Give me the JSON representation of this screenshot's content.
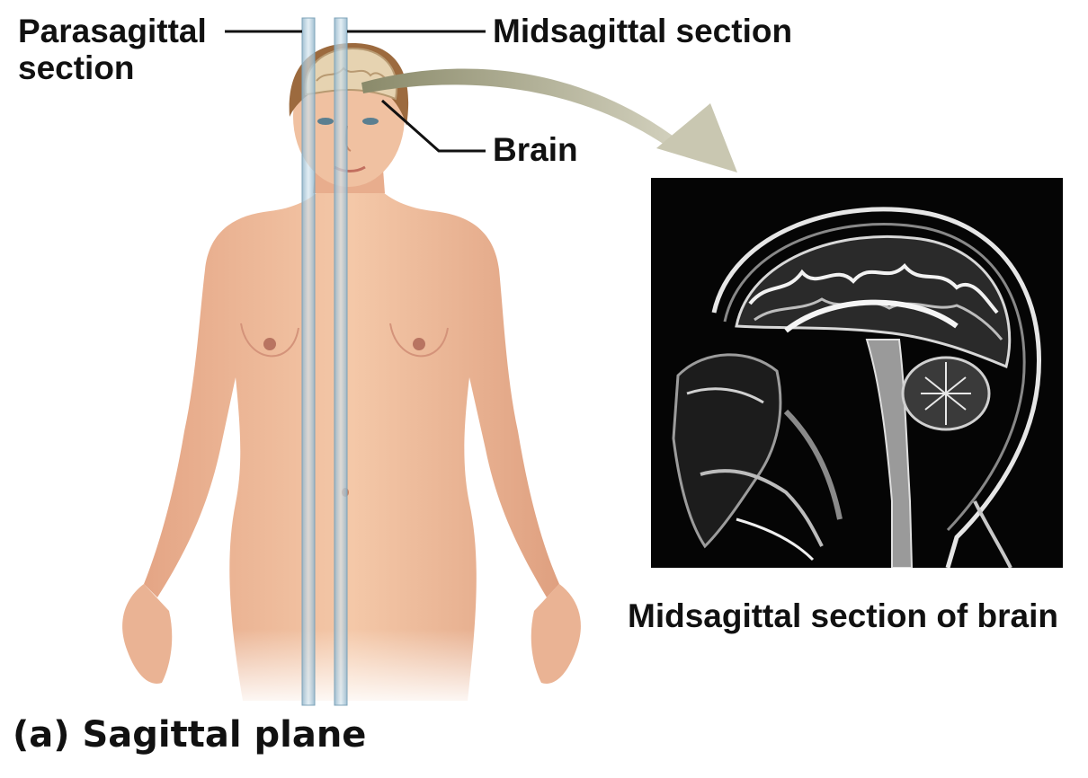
{
  "labels": {
    "parasagittal_line1": "Parasagittal",
    "parasagittal_line2": "section",
    "midsagittal": "Midsagittal section",
    "brain": "Brain",
    "mri_caption": "Midsagittal section of brain",
    "plane_title": "(a) Sagittal plane"
  },
  "colors": {
    "skin": "#eebb9a",
    "skin_shadow": "#d9987a",
    "hair": "#9c6a3e",
    "brain": "#e6d3b1",
    "plane": "#a8c6d8",
    "arrow": "#b9b6a0",
    "mri_background": "#050505"
  }
}
